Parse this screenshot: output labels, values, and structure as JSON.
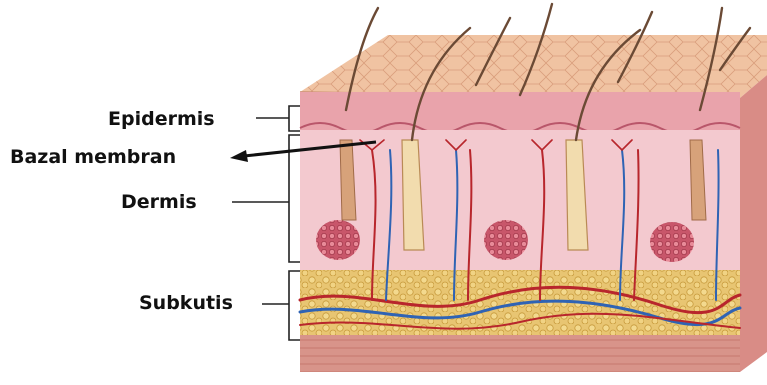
{
  "labels": {
    "epidermis": "Epidermis",
    "bazal_membran": "Bazal membran",
    "dermis": "Dermis",
    "subkutis": "Subkutis"
  },
  "colors": {
    "skin_surface": "#f1c6a4",
    "epidermis": "#e9a3ab",
    "dermis": "#f3c9cf",
    "subcutis_fat": "#e7c06a",
    "muscle": "#d99189",
    "artery": "#b8262c",
    "vein": "#2f63b4",
    "hair": "#6b4a35",
    "label_text": "#111111"
  }
}
